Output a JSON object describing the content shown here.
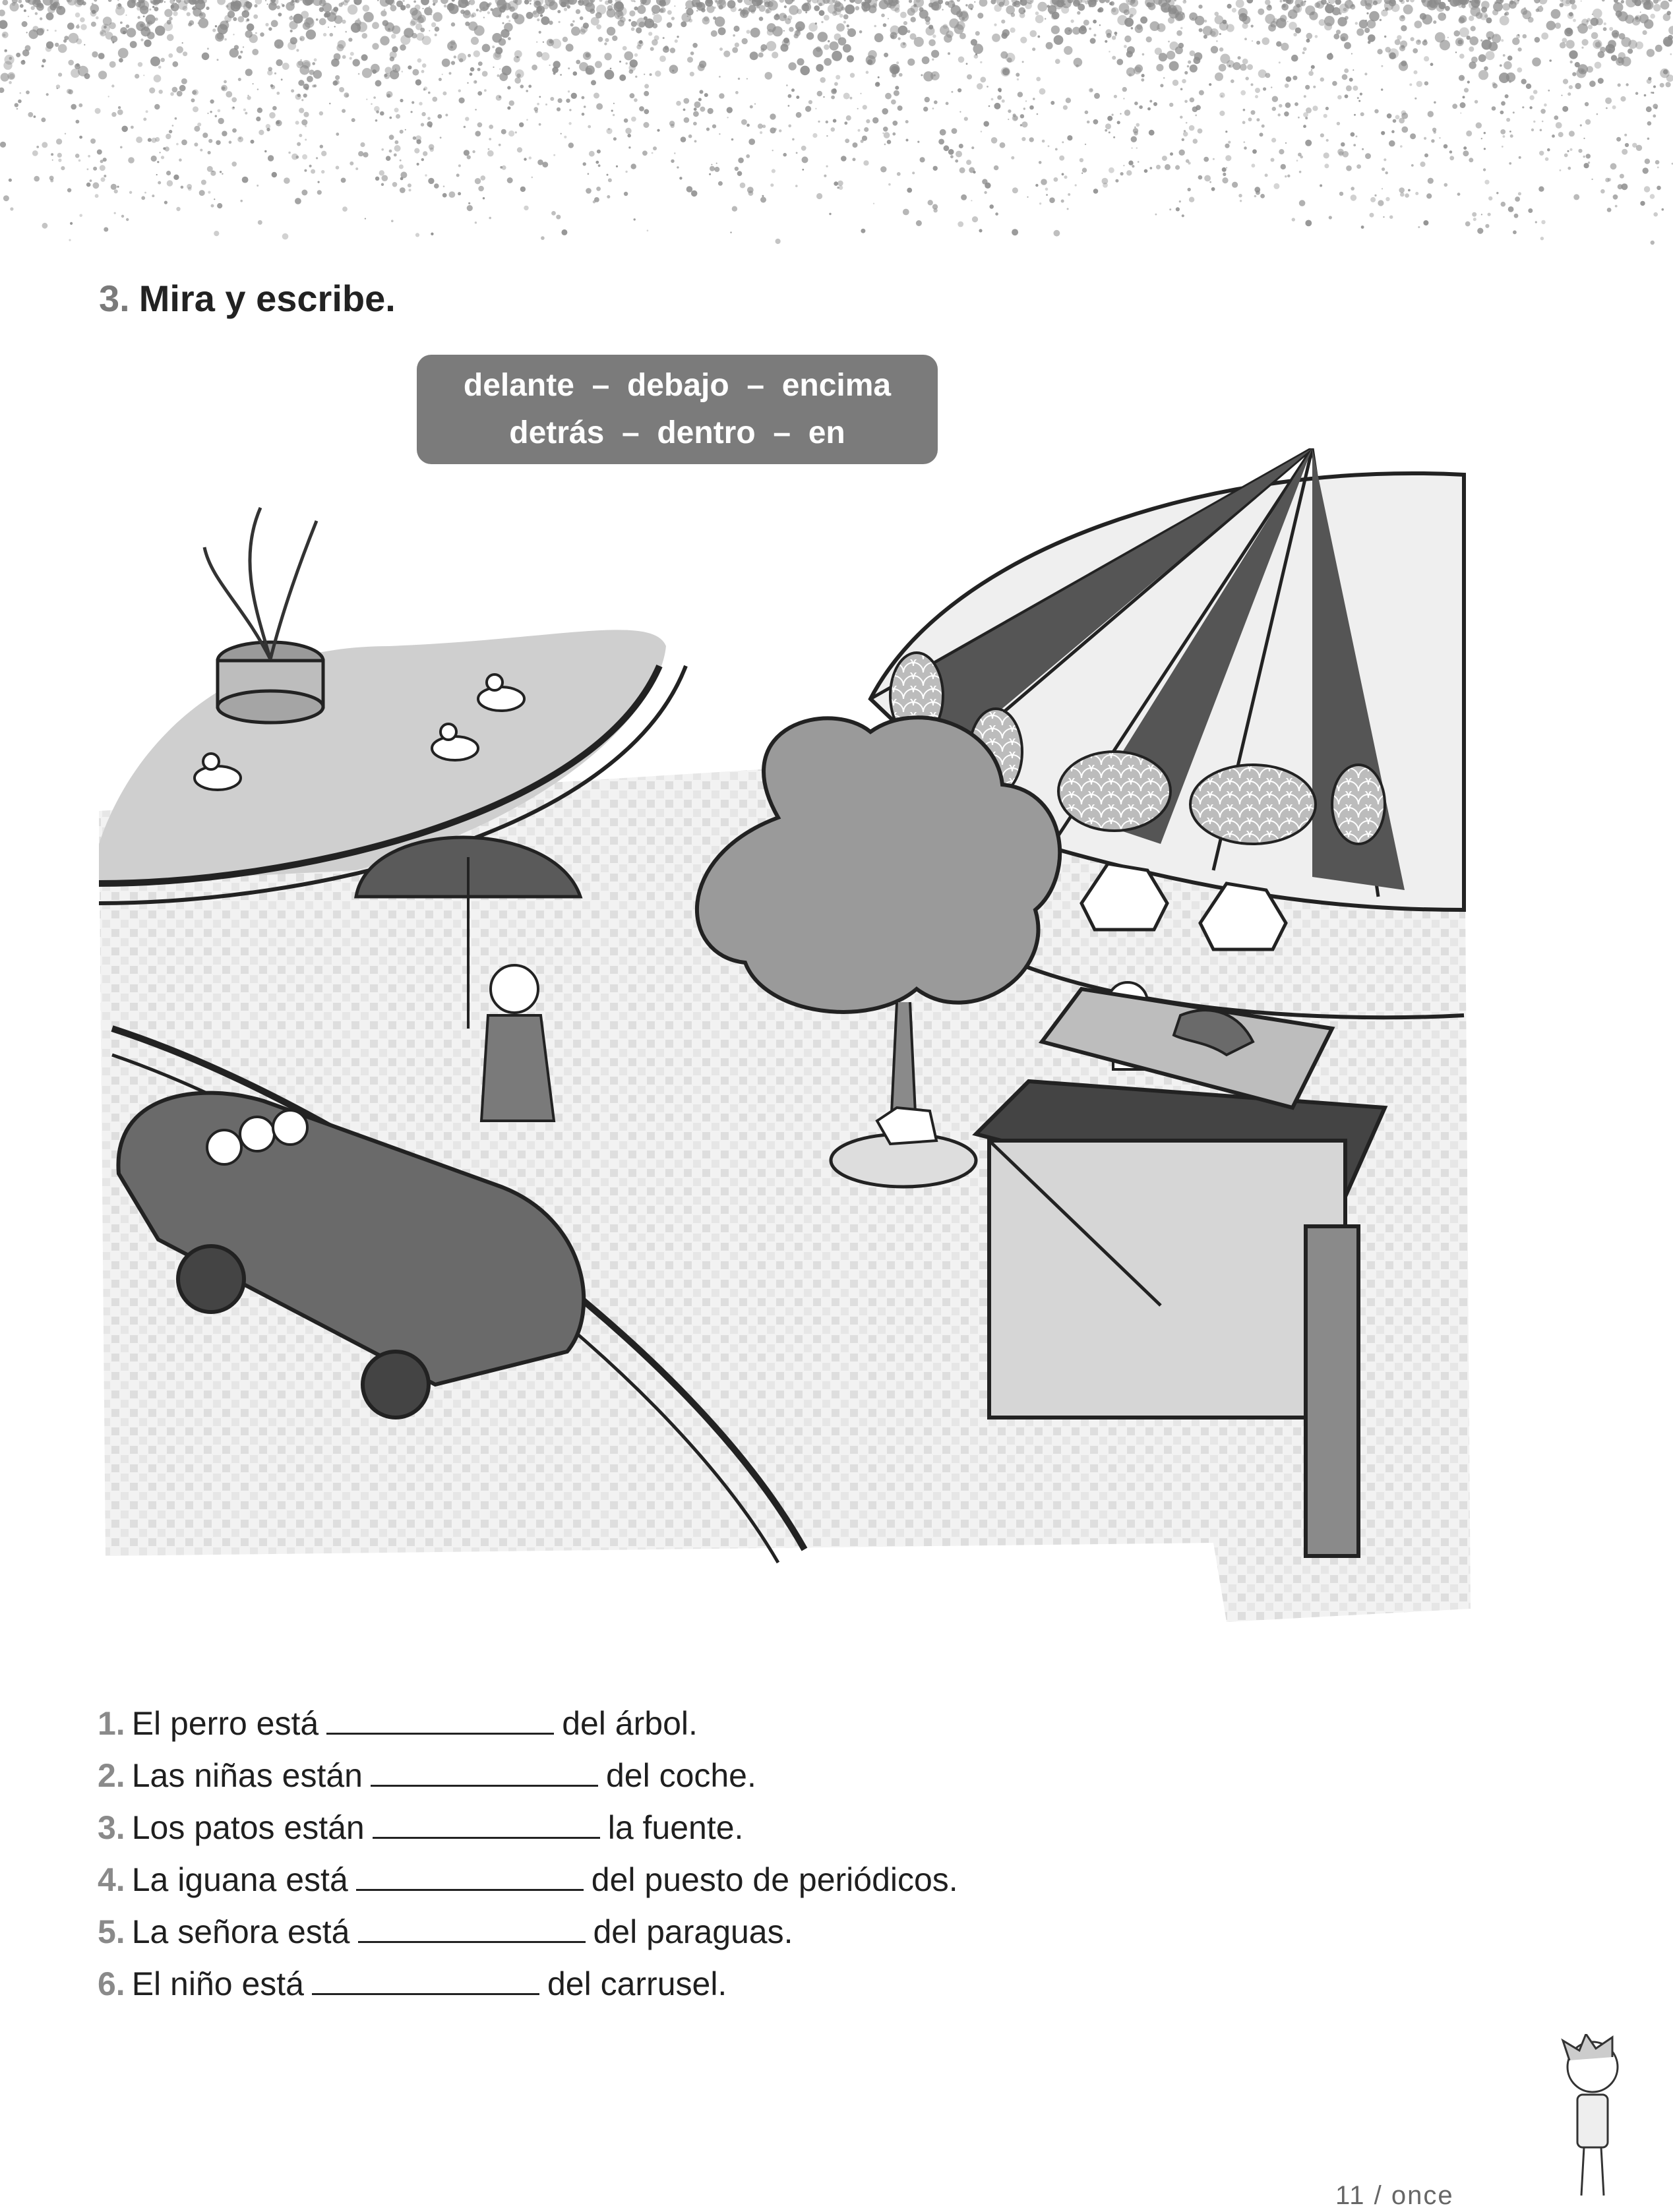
{
  "exercise": {
    "number": "3.",
    "instruction": "Mira y escribe."
  },
  "word_bank": {
    "line1": "delante  –  debajo  –  encima",
    "line2": "detrás  –  dentro  –  en"
  },
  "sentences": [
    {
      "num": "1.",
      "before": "El perro está",
      "after": "del árbol."
    },
    {
      "num": "2.",
      "before": "Las niñas están",
      "after": "del coche."
    },
    {
      "num": "3.",
      "before": "Los patos están",
      "after": "la fuente."
    },
    {
      "num": "4.",
      "before": "La iguana está",
      "after": "del puesto de periódicos."
    },
    {
      "num": "5.",
      "before": "La señora está",
      "after": "del paraguas."
    },
    {
      "num": "6.",
      "before": "El niño está",
      "after": "del carrusel."
    }
  ],
  "footer": {
    "page_label": "11 / once"
  }
}
